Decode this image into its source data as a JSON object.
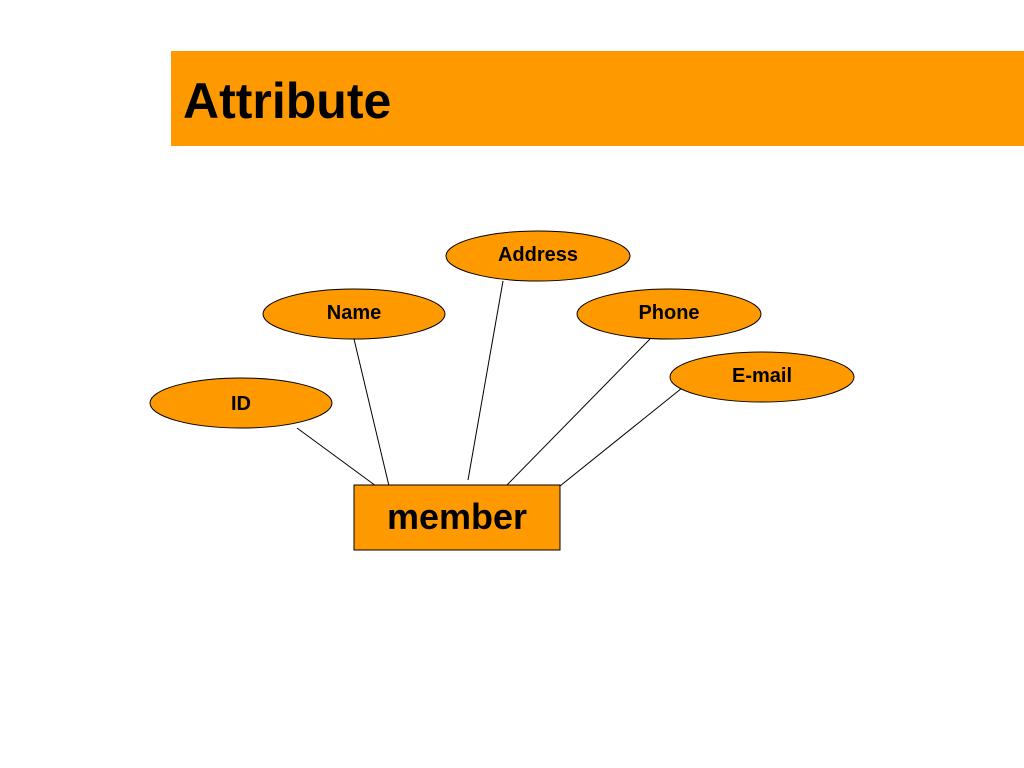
{
  "slide": {
    "title": "Attribute"
  },
  "diagram": {
    "type": "er-diagram",
    "entity": {
      "label": "member"
    },
    "attributes": [
      {
        "id": "id",
        "label": "ID"
      },
      {
        "id": "name",
        "label": "Name"
      },
      {
        "id": "address",
        "label": "Address"
      },
      {
        "id": "phone",
        "label": "Phone"
      },
      {
        "id": "email",
        "label": "E-mail"
      }
    ],
    "colors": {
      "title_bar": "#ff9900",
      "node_fill": "#ff9900",
      "stroke": "#000000"
    }
  }
}
